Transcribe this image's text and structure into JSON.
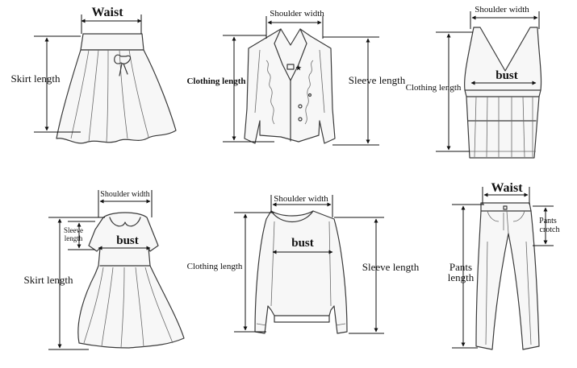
{
  "figures": [
    {
      "id": "skirt",
      "labels": {
        "top": "Waist",
        "side": "Skirt length"
      }
    },
    {
      "id": "jacket",
      "labels": {
        "top": "Shoulder width",
        "left": "Clothing length",
        "right": "Sleeve length"
      }
    },
    {
      "id": "vest",
      "labels": {
        "top": "Shoulder width",
        "mid": "bust",
        "left": "Clothing length"
      }
    },
    {
      "id": "dress",
      "labels": {
        "top": "Shoulder width",
        "sleeve_line1": "Sleeve",
        "sleeve_line2": "length",
        "mid": "bust",
        "left": "Skirt length"
      }
    },
    {
      "id": "sweater",
      "labels": {
        "top": "Shoulder width",
        "mid": "bust",
        "left": "Clothing length",
        "right": "Sleeve length"
      }
    },
    {
      "id": "pants",
      "labels": {
        "top": "Waist",
        "crotch_line1": "Pants",
        "crotch_line2": "crotch",
        "left_line1": "Pants",
        "left_line2": "length"
      }
    }
  ],
  "colors": {
    "line": "#3a3a3a",
    "text": "#111111",
    "background": "#ffffff"
  }
}
